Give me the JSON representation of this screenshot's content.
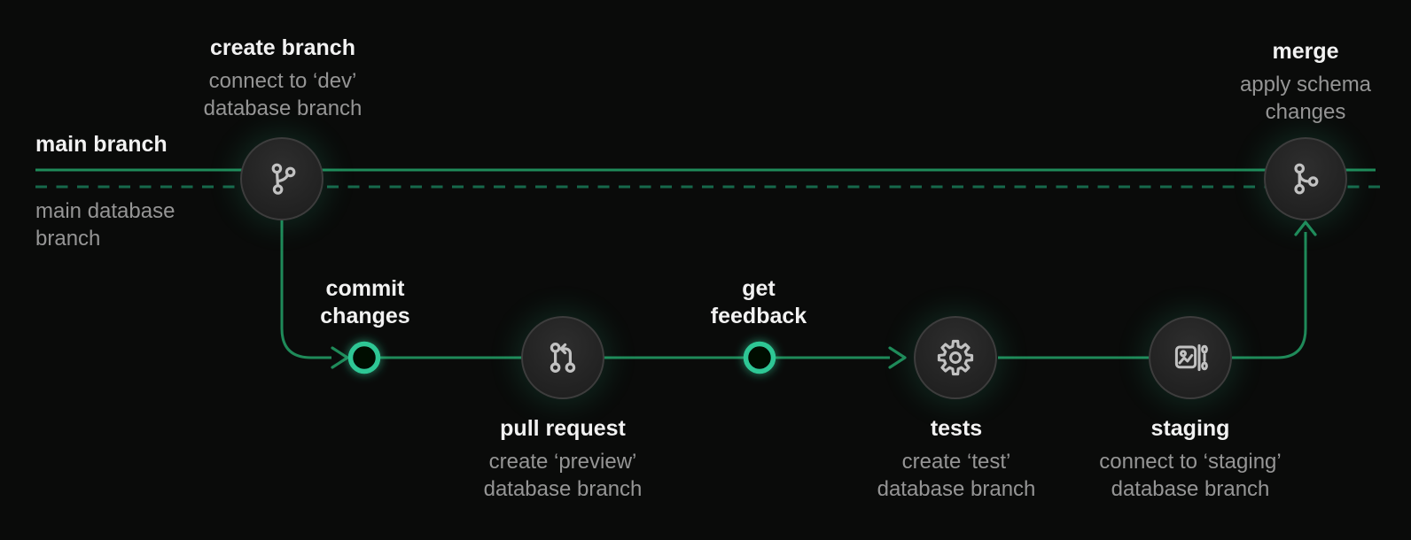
{
  "diagram": {
    "tracks": {
      "main_branch": "main branch",
      "main_database_branch": "main database branch"
    },
    "steps": {
      "create_branch": {
        "title": "create branch",
        "subtitle": "connect to ‘dev’ database branch",
        "icon": "git-branch-icon"
      },
      "commit_changes": {
        "title": "commit changes",
        "marker": "ring"
      },
      "pull_request": {
        "title": "pull request",
        "subtitle": "create ‘preview’ database branch",
        "icon": "git-pull-request-icon"
      },
      "get_feedback": {
        "title": "get feedback",
        "marker": "ring"
      },
      "tests": {
        "title": "tests",
        "subtitle": "create ‘test’ database branch",
        "icon": "gear-icon"
      },
      "staging": {
        "title": "staging",
        "subtitle": "connect to ‘staging’ database branch",
        "icon": "image-to-data-icon"
      },
      "merge": {
        "title": "merge",
        "subtitle": "apply schema changes",
        "icon": "git-merge-icon"
      }
    },
    "colors": {
      "background": "#0a0b0a",
      "line_green": "#1f8a59",
      "dashed_green": "#17684b",
      "bright_green": "#2fc795",
      "node_fill": "#242424",
      "node_border": "#3d3d3d",
      "icon_stroke": "#c2c2c2",
      "title_text": "#f2f2f2",
      "subtitle_text": "#959595"
    }
  }
}
